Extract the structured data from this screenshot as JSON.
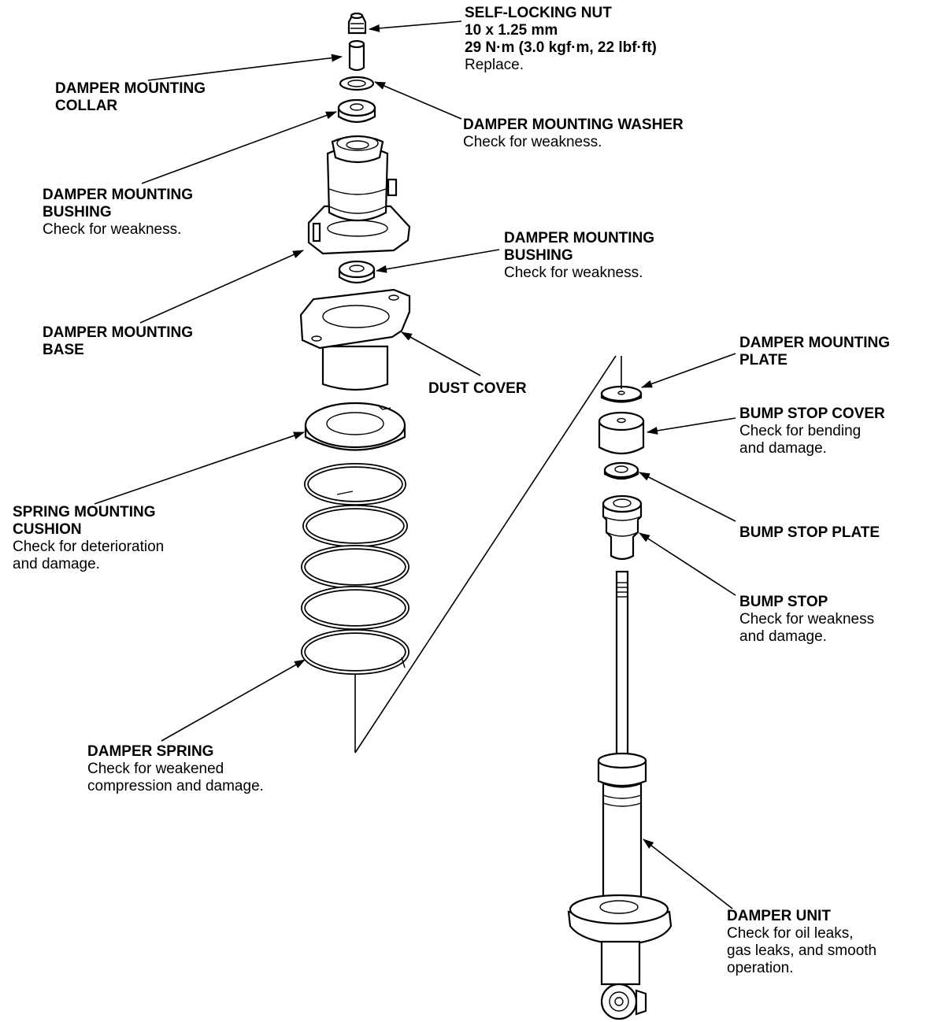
{
  "labels": {
    "self_locking_nut": {
      "title": "SELF-LOCKING NUT",
      "lines": [
        "10 x 1.25 mm",
        "29 N·m (3.0 kgf·m, 22 lbf·ft)"
      ],
      "note": "Replace."
    },
    "damper_mounting_collar": {
      "title_1": "DAMPER MOUNTING",
      "title_2": "COLLAR"
    },
    "damper_mounting_washer": {
      "title": "DAMPER MOUNTING WASHER",
      "note": "Check for weakness."
    },
    "damper_mounting_bushing_upper": {
      "title_1": "DAMPER MOUNTING",
      "title_2": "BUSHING",
      "note": "Check for weakness."
    },
    "damper_mounting_bushing_lower": {
      "title_1": "DAMPER MOUNTING",
      "title_2": "BUSHING",
      "note": "Check for weakness."
    },
    "damper_mounting_base": {
      "title_1": "DAMPER MOUNTING",
      "title_2": "BASE"
    },
    "dust_cover": {
      "title": "DUST COVER"
    },
    "damper_mounting_plate": {
      "title_1": "DAMPER MOUNTING",
      "title_2": "PLATE"
    },
    "bump_stop_cover": {
      "title": "BUMP STOP COVER",
      "note_1": "Check for bending",
      "note_2": "and damage."
    },
    "spring_mounting_cushion": {
      "title_1": "SPRING MOUNTING",
      "title_2": "CUSHION",
      "note_1": "Check for deterioration",
      "note_2": "and damage."
    },
    "bump_stop_plate": {
      "title": "BUMP STOP PLATE"
    },
    "bump_stop": {
      "title": "BUMP STOP",
      "note_1": "Check for weakness",
      "note_2": "and damage."
    },
    "damper_spring": {
      "title": "DAMPER SPRING",
      "note_1": "Check for weakened",
      "note_2": "compression and damage."
    },
    "damper_unit": {
      "title": "DAMPER UNIT",
      "note_1": "Check for oil leaks,",
      "note_2": "gas leaks, and smooth",
      "note_3": "operation."
    }
  }
}
